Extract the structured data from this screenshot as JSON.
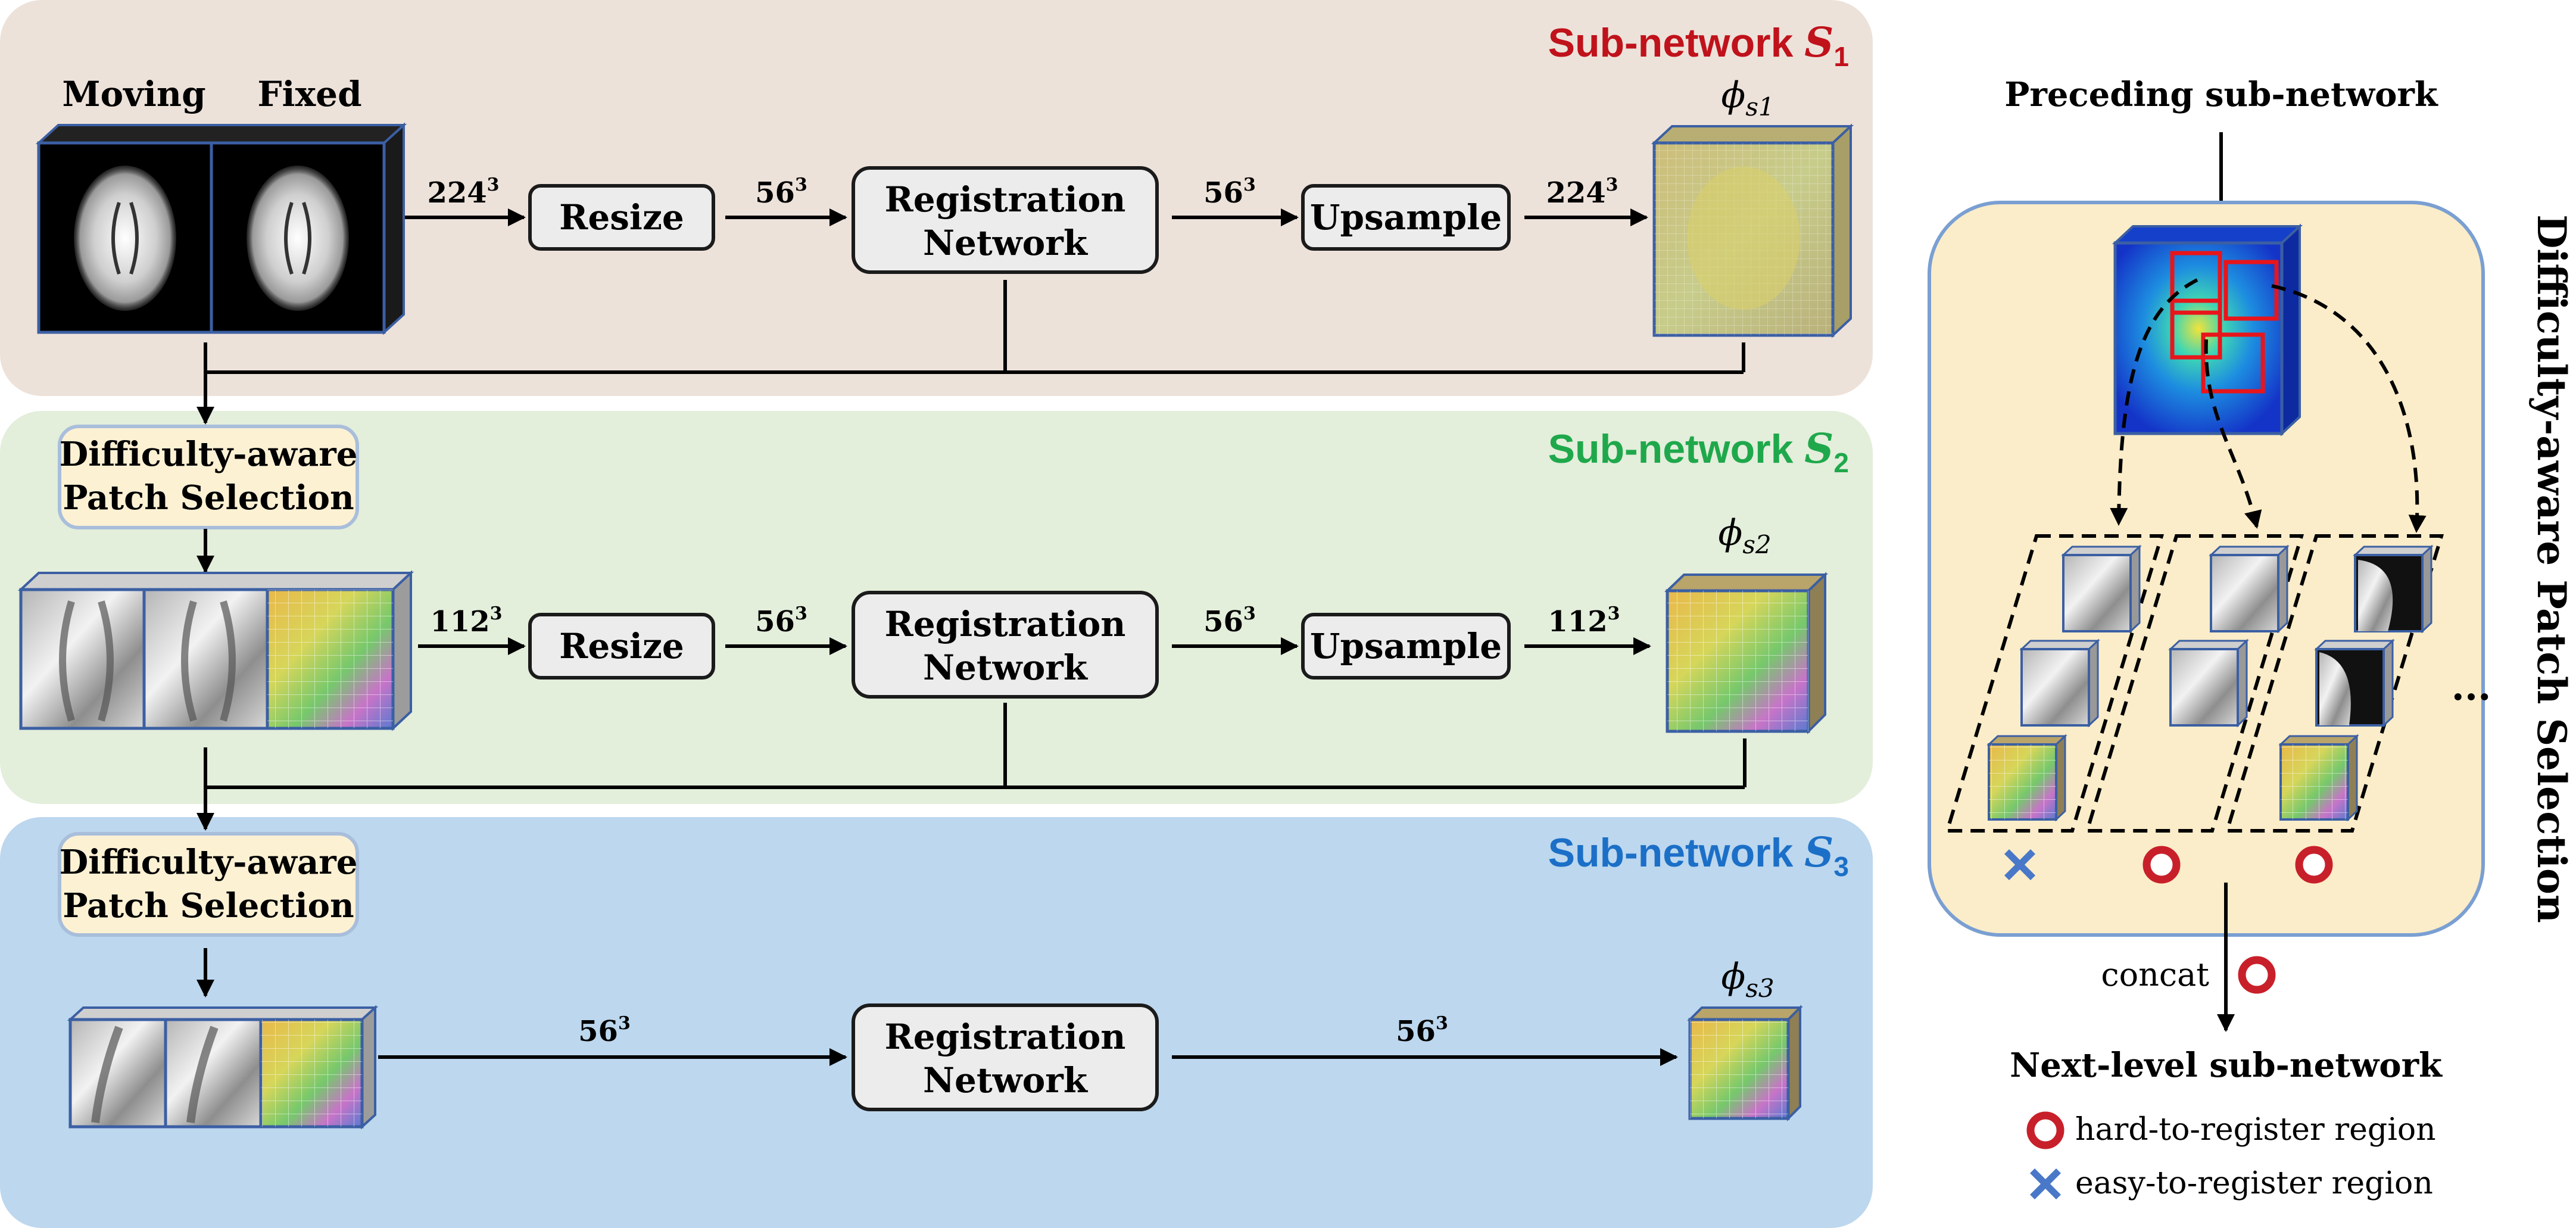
{
  "subnetworks": [
    {
      "title": "Sub-network ",
      "sym": "S",
      "sub": "1",
      "color": "#c0121b"
    },
    {
      "title": "Sub-network ",
      "sym": "S",
      "sub": "2",
      "color": "#1fa84b"
    },
    {
      "title": "Sub-network ",
      "sym": "S",
      "sub": "3",
      "color": "#1b6fc7"
    }
  ],
  "inputs": {
    "moving": "Moving",
    "fixed": "Fixed"
  },
  "boxes": {
    "resize": "Resize",
    "upsample": "Upsample",
    "registration_line1": "Registration",
    "registration_line2": "Network",
    "patch_line1": "Difficulty-aware",
    "patch_line2": "Patch Selection"
  },
  "sizes": {
    "r1_in": "224",
    "r1_mid1": "56",
    "r1_mid2": "56",
    "r1_out": "224",
    "r2_in": "112",
    "r2_mid1": "56",
    "r2_mid2": "56",
    "r2_out": "112",
    "r3_mid1": "56",
    "r3_mid2": "56",
    "exp": "3"
  },
  "phi": {
    "sym": "ϕ",
    "s1": "s1",
    "s2": "s2",
    "s3": "s3"
  },
  "right_panel": {
    "preceding": "Preceding sub-network",
    "vertical_title": "Difficulty-aware Patch Selection",
    "concat": "concat",
    "next_level": "Next-level sub-network",
    "ellipsis": "...",
    "legend_hard": "hard-to-register region",
    "legend_easy": "easy-to-register region"
  },
  "colors": {
    "bg_s1": "#ede2da",
    "bg_s2": "#e3eedb",
    "bg_s3": "#bcd7ee",
    "patch_box": "#fdf1d4",
    "panel": "#fbedc9",
    "panel_border": "#7a9fd2",
    "hard_marker": "#c8202a",
    "easy_marker": "#4a78c8"
  }
}
